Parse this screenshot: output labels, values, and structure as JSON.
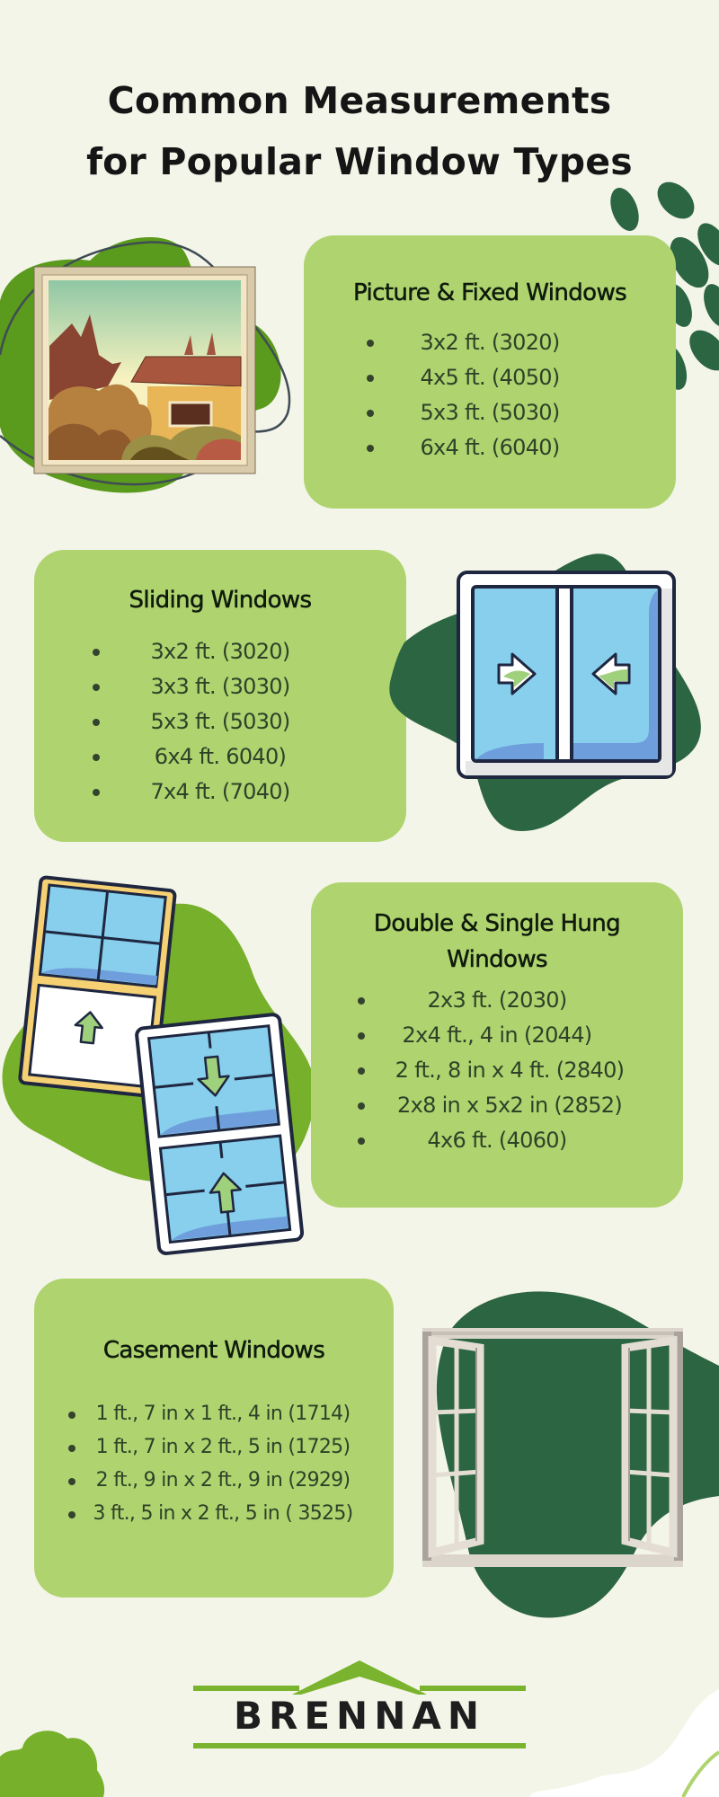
{
  "title": {
    "line1": "Common Measurements",
    "line2": "for Popular Window Types"
  },
  "sections": [
    {
      "heading": "Picture & Fixed Windows",
      "items": [
        "3x2 ft. (3020)",
        "4x5 ft. (4050)",
        "5x3 ft. (5030)",
        "6x4 ft. (6040)"
      ],
      "illustration": "picture-window-icon"
    },
    {
      "heading": "Sliding Windows",
      "items": [
        "3x2 ft. (3020)",
        "3x3 ft. (3030)",
        "5x3 ft. (5030)",
        "6x4 ft. 6040)",
        "7x4 ft. (7040)"
      ],
      "illustration": "sliding-window-icon"
    },
    {
      "heading_line1": "Double & Single Hung",
      "heading_line2": "Windows",
      "items": [
        "2x3 ft. (2030)",
        "2x4 ft., 4 in (2044)",
        "2 ft., 8 in x 4 ft. (2840)",
        "2x8 in x 5x2 in (2852)",
        "4x6 ft. (4060)"
      ],
      "illustration": "hung-window-icon"
    },
    {
      "heading": "Casement Windows",
      "items": [
        "1 ft., 7 in x 1 ft., 4 in (1714)",
        "1 ft., 7 in x 2 ft., 5 in (1725)",
        "2 ft., 9 in x 2 ft., 9 in (2929)",
        "3 ft., 5 in x 2 ft., 5 in ( 3525)"
      ],
      "illustration": "casement-window-icon"
    }
  ],
  "logo": {
    "text": "BRENNAN"
  },
  "colors": {
    "background": "#f4f5e9",
    "card": "#afd46f",
    "dark_green": "#2c6541",
    "bright_green": "#6aa022",
    "logo_green": "#7ab32e",
    "text": "#151515"
  }
}
